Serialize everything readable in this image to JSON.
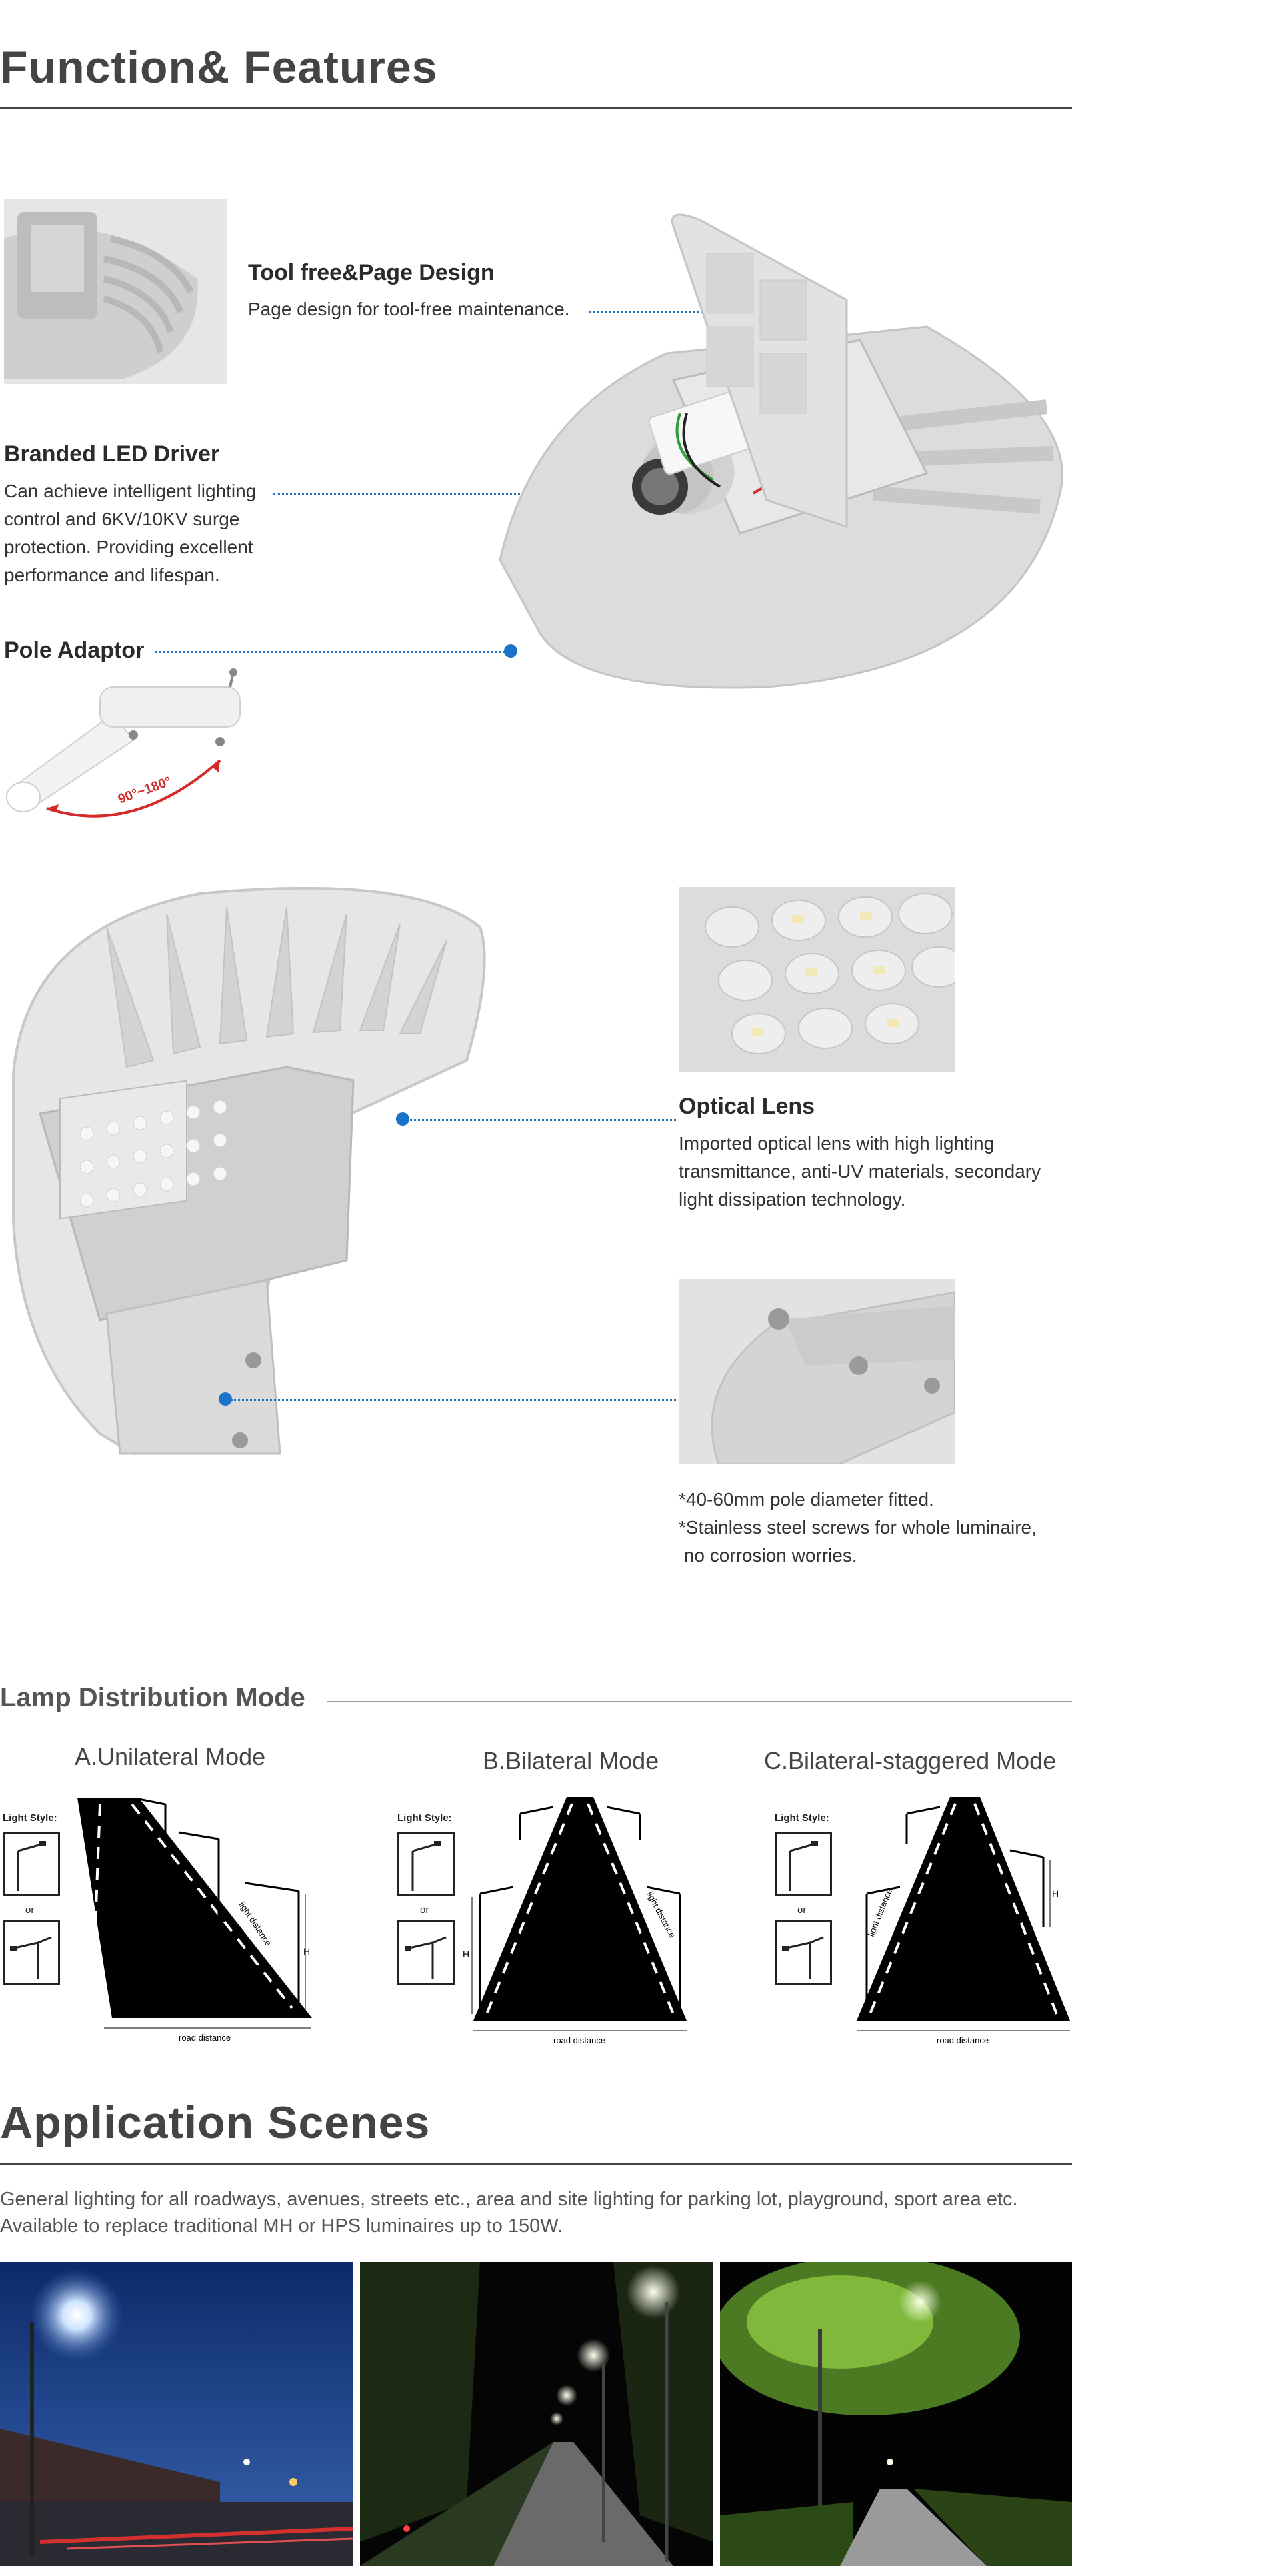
{
  "features": {
    "heading": "Function& Features",
    "tool_free": {
      "title": "Tool free&Page Design",
      "text": "Page design for tool-free maintenance."
    },
    "led_driver": {
      "title": "Branded LED Driver",
      "lines": [
        "Can achieve intelligent lighting",
        "control and 6KV/10KV surge",
        "protection. Providing excellent",
        "performance and lifespan."
      ]
    },
    "pole_adaptor": {
      "title": "Pole Adaptor",
      "angle_label": "90°~180°"
    },
    "optical_lens": {
      "title": "Optical Lens",
      "lines": [
        "Imported optical lens with high lighting",
        "transmittance, anti-UV materials, secondary",
        "light dissipation technology."
      ]
    },
    "pole_notes": [
      "*40-60mm pole diameter fitted.",
      "*Stainless steel screws for whole luminaire,",
      " no corrosion worries."
    ]
  },
  "distribution": {
    "heading": "Lamp Distribution Mode",
    "modes": [
      {
        "title": "A.Unilateral Mode",
        "light_style": "Light Style:",
        "or": "or",
        "road_distance": "road distance",
        "light_distance": "light distance",
        "h": "H"
      },
      {
        "title": "B.Bilateral Mode",
        "light_style": "Light Style:",
        "or": "or",
        "road_distance": "road distance",
        "light_distance": "light distance",
        "h": "H"
      },
      {
        "title": "C.Bilateral-staggered Mode",
        "light_style": "Light Style:",
        "or": "or",
        "road_distance": "road distance",
        "light_distance": "light distance",
        "h": "H"
      }
    ]
  },
  "application": {
    "heading": "Application Scenes",
    "lines": [
      "General lighting for all roadways, avenues, streets etc., area and site lighting for parking lot, playground, sport area etc.",
      "Available to replace traditional MH or HPS luminaires up to 150W."
    ]
  },
  "colors": {
    "accent": "#1a73c8",
    "heading": "#444444",
    "arc": "#d42a2a"
  }
}
